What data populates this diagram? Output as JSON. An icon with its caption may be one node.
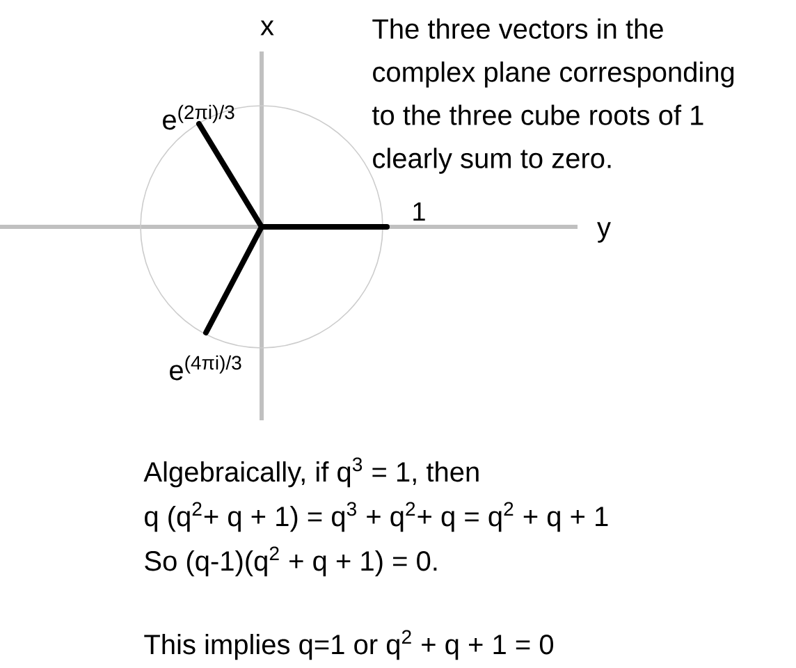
{
  "diagram": {
    "labels": [
      "x",
      "The three vectors in the complex plane corresponding to the three cube roots of 1 clearly sum to zero.",
      "e$^{(2πi)/3}$",
      "1",
      "y",
      "e$^{(4πi)/3}$",
      "Algebraically, if q$^{3}$ = 1, then",
      "q (q$^{2}$+ q + 1) = q$^{3}$ + q$^{2}$+ q = q$^{2}$ + q + 1",
      "So (q-1)(q$^{2}$ + q + 1) = 0.",
      "This implies q=1 or q$^{2}$ + q + 1 = 0"
    ]
  }
}
